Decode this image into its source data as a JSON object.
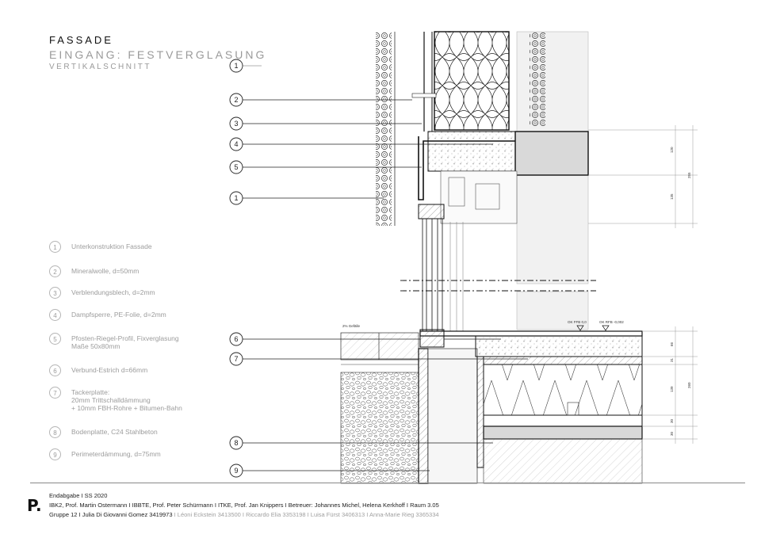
{
  "title": {
    "main": "FASSADE",
    "sub": "EINGANG: FESTVERGLASUNG",
    "view": "VERTIKALSCHNITT"
  },
  "legend": [
    {
      "num": "1",
      "text": "Unterkonstruktion Fassade"
    },
    {
      "num": "2",
      "text": "Mineralwolle, d=50mm"
    },
    {
      "num": "3",
      "text": "Verblendungsblech, d=2mm"
    },
    {
      "num": "4",
      "text": "Dampfsperre, PE-Folie, d=2mm"
    },
    {
      "num": "5",
      "text": "Pfosten-Riegel-Profil, Fixverglasung\nMaße 50x80mm"
    },
    {
      "num": "6",
      "text": "Verbund-Estrich d=66mm"
    },
    {
      "num": "7",
      "text": "Tackerplatte:\n20mm Trittschalldämmung\n+ 10mm FBH-Rohre + Bitumen-Bahn"
    },
    {
      "num": "8",
      "text": "Bodenplatte, C24 Stahlbeton"
    },
    {
      "num": "9",
      "text": "Perimeterdämmung, d=75mm"
    }
  ],
  "callouts": [
    "1",
    "2",
    "3",
    "4",
    "5",
    "1",
    "6",
    "7",
    "8",
    "9"
  ],
  "annotations": {
    "slope": "2% Gefälle",
    "level_ffb": "OK FFB 0,0",
    "level_rfb": "OK RFB -0,002"
  },
  "dimensions": {
    "upper": [
      "120",
      "135",
      "255"
    ],
    "lower": [
      "66",
      "31",
      "139",
      "30",
      "30",
      "260"
    ]
  },
  "footer": {
    "logo": "P.",
    "line1": "Endabgabe I SS 2020",
    "line2": "IBK2, Prof. Martin Ostermann  I  IBBTE, Prof. Peter Schürmann  I  ITKE, Prof. Jan Knippers  I    Betreuer: Johannes Michel, Helena Kerkhoff  I  Raum 3.05",
    "line3_main": "Gruppe 12 I  Julia Di Giovanni Gomez 3419973",
    "line3_muted": "  I  Léoni Eckstein 3413500  I  Riccardo Elia 3353198  I  Luisa Fürst 3406313  I  Anna-Marie Rieg  3365334"
  },
  "colors": {
    "ink": "#222222",
    "muted": "#9c9c9c",
    "concrete_fill": "#dcdcdc",
    "wall_fill": "#f2f2f2"
  }
}
